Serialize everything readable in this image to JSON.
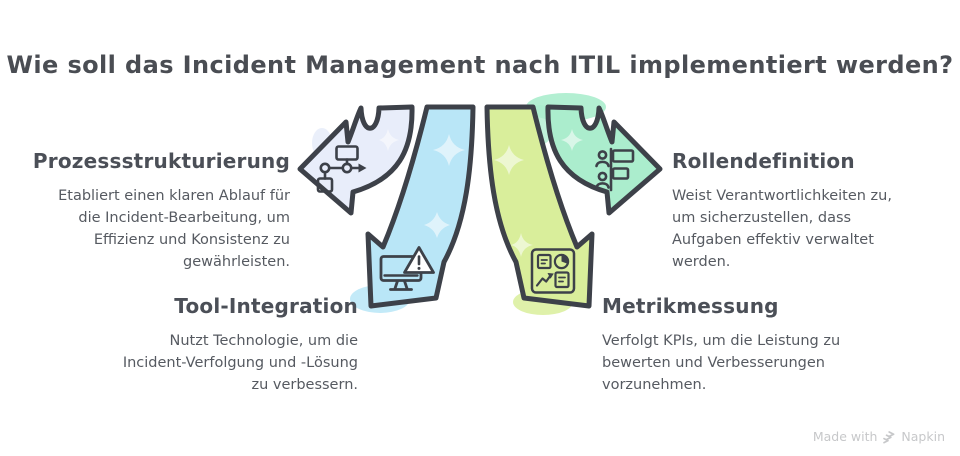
{
  "title": "Wie soll das Incident Management nach ITIL implementiert werden?",
  "sections": {
    "prozess": {
      "heading": "Prozessstrukturierung",
      "body_lines": [
        "Etabliert einen klaren Ablauf für",
        "die Incident-Bearbeitung, um",
        "Effizienz und Konsistenz zu",
        "gewährleisten."
      ],
      "icon": "flowchart-icon"
    },
    "rollen": {
      "heading": "Rollendefinition",
      "body_lines": [
        "Weist Verantwortlichkeiten zu,",
        "um sicherzustellen, dass",
        "Aufgaben effektiv verwaltet",
        "werden."
      ],
      "icon": "roles-icon"
    },
    "tool": {
      "heading": "Tool-Integration",
      "body_lines": [
        "Nutzt Technologie, um die",
        "Incident-Verfolgung und -Lösung",
        "zu verbessern."
      ],
      "icon": "monitor-alert-icon"
    },
    "metrik": {
      "heading": "Metrikmessung",
      "body_lines": [
        "Verfolgt KPIs, um die Leistung zu",
        "bewerten und Verbesserungen",
        "vorzunehmen."
      ],
      "icon": "metrics-dashboard-icon"
    }
  },
  "footer": {
    "made_with": "Made with",
    "brand": "Napkin",
    "icon": "napkin-logo-icon"
  },
  "colors": {
    "arrow_prozess": "#e8edfa",
    "arrow_tool": "#b9e6f7",
    "arrow_metrik": "#d9ee9b",
    "arrow_rollen": "#abedcd",
    "outline": "#3d4149",
    "heading_text": "#4b4f57",
    "body_text": "#565a61",
    "title_text": "#4a4d53",
    "footer_text": "#c7c8ca"
  }
}
